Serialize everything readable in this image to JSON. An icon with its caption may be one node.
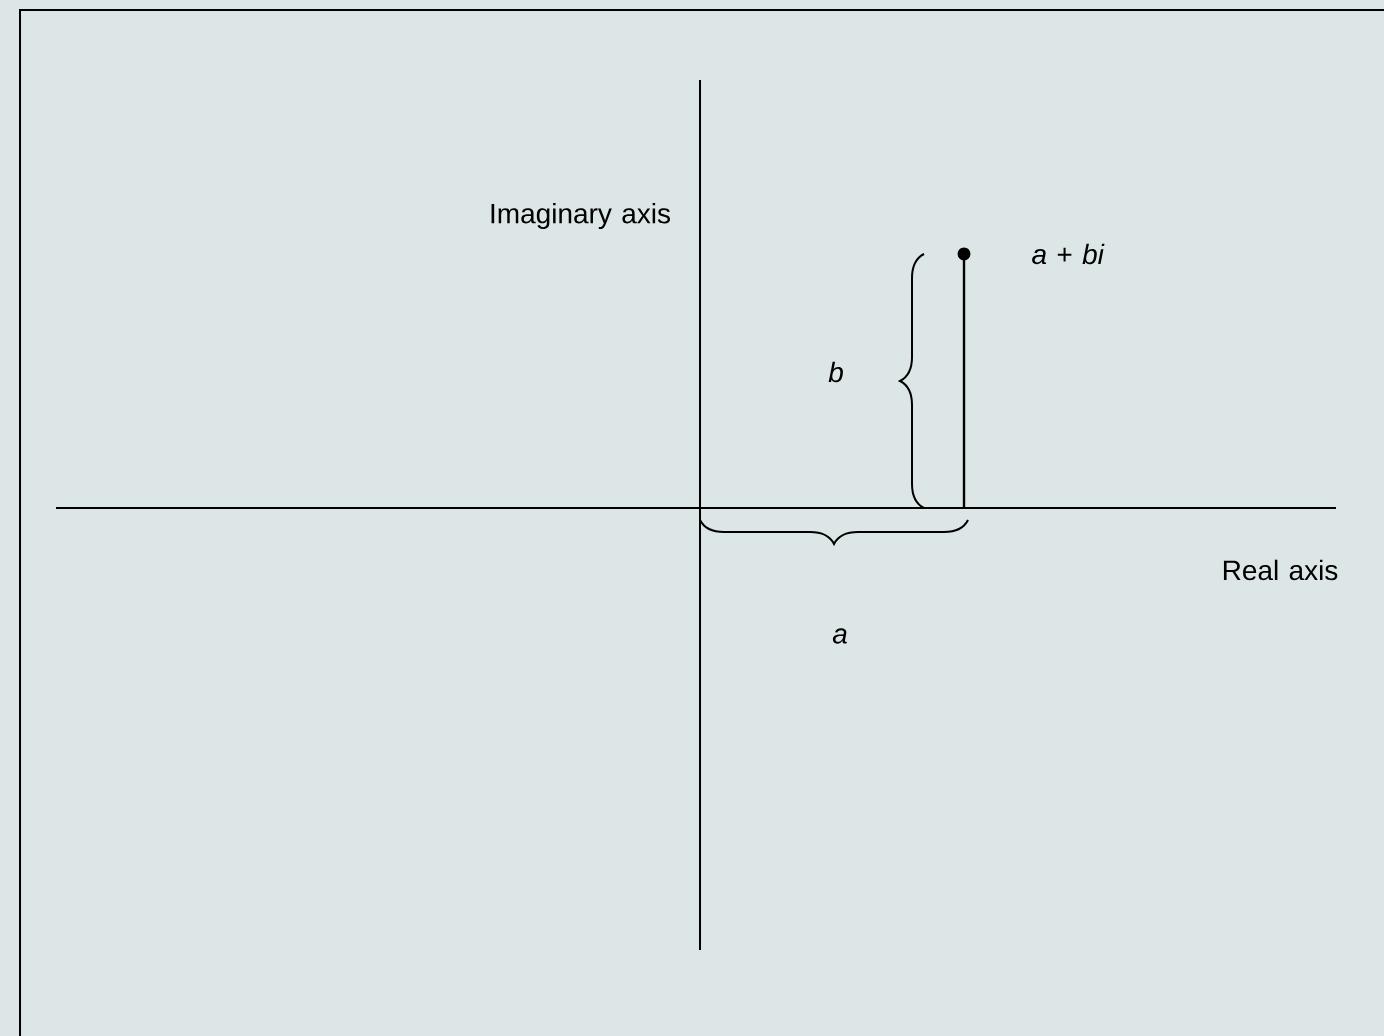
{
  "diagram": {
    "labels": [
      "Imaginary axis",
      "*a* + *bi*",
      "b",
      "Real axis",
      "a"
    ]
  }
}
